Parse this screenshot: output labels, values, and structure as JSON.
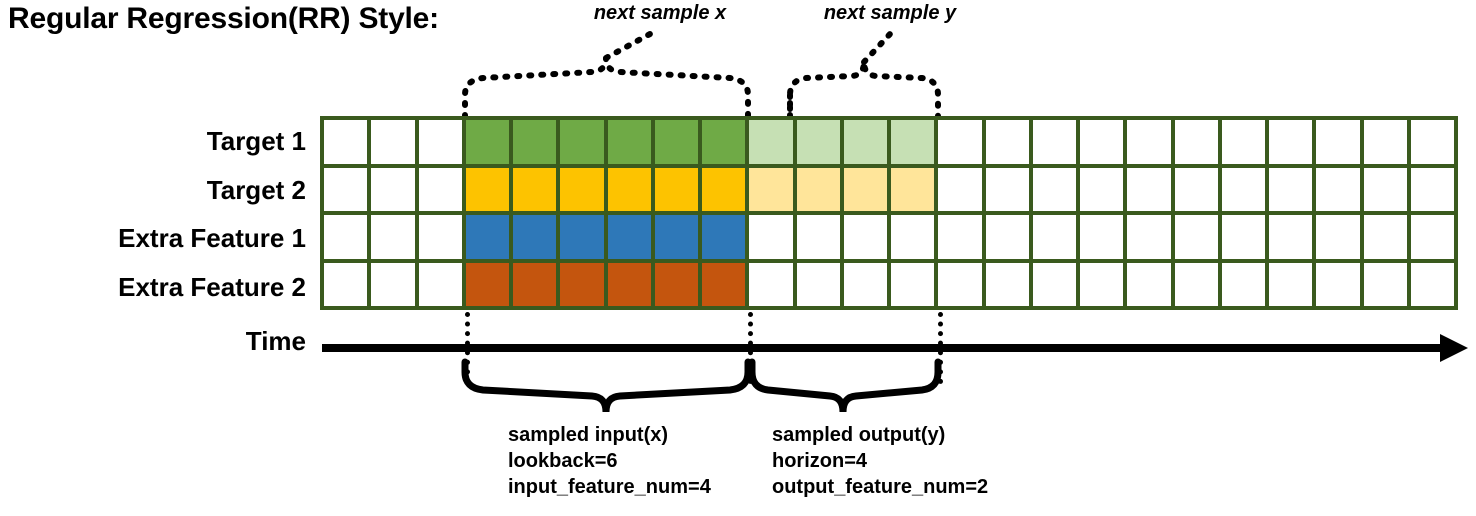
{
  "title": "Regular Regression(RR) Style:",
  "top_labels": {
    "next_sample_x": "next sample x",
    "next_sample_y": "next sample y"
  },
  "rows": [
    {
      "label": "Target 1",
      "fill_solid": "green",
      "fill_faded": "green-light"
    },
    {
      "label": "Target 2",
      "fill_solid": "gold",
      "fill_faded": "gold-light"
    },
    {
      "label": "Extra Feature 1",
      "fill_solid": "blue",
      "fill_faded": "none"
    },
    {
      "label": "Extra Feature 2",
      "fill_solid": "orange",
      "fill_faded": "none"
    }
  ],
  "grid": {
    "total_columns": 24,
    "lead_blank_columns": 3,
    "input_columns": 6,
    "output_columns": 4,
    "trail_blank_columns": 11,
    "cell_matrix": [
      [
        "white",
        "white",
        "white",
        "green",
        "green",
        "green",
        "green",
        "green",
        "green",
        "green-light",
        "green-light",
        "green-light",
        "green-light",
        "white",
        "white",
        "white",
        "white",
        "white",
        "white",
        "white",
        "white",
        "white",
        "white",
        "white"
      ],
      [
        "white",
        "white",
        "white",
        "gold",
        "gold",
        "gold",
        "gold",
        "gold",
        "gold",
        "gold-light",
        "gold-light",
        "gold-light",
        "gold-light",
        "white",
        "white",
        "white",
        "white",
        "white",
        "white",
        "white",
        "white",
        "white",
        "white",
        "white"
      ],
      [
        "white",
        "white",
        "white",
        "blue",
        "blue",
        "blue",
        "blue",
        "blue",
        "blue",
        "white",
        "white",
        "white",
        "white",
        "white",
        "white",
        "white",
        "white",
        "white",
        "white",
        "white",
        "white",
        "white",
        "white",
        "white"
      ],
      [
        "white",
        "white",
        "white",
        "orange",
        "orange",
        "orange",
        "orange",
        "orange",
        "orange",
        "white",
        "white",
        "white",
        "white",
        "white",
        "white",
        "white",
        "white",
        "white",
        "white",
        "white",
        "white",
        "white",
        "white",
        "white"
      ]
    ]
  },
  "time_axis": {
    "label": "Time"
  },
  "annotations": {
    "input": {
      "line1": "sampled input(x)",
      "line2": "lookback=6",
      "line3": "input_feature_num=4"
    },
    "output": {
      "line1": "sampled output(y)",
      "line2": "horizon=4",
      "line3": "output_feature_num=2"
    }
  },
  "colors": {
    "grid_border": "#3a5a1e",
    "green": "#6faa46",
    "green_light": "#c6e0b4",
    "gold": "#fdc300",
    "gold_light": "#ffe59a",
    "blue": "#2e78b8",
    "orange": "#c4550e",
    "ink": "#000000",
    "background": "#ffffff"
  }
}
